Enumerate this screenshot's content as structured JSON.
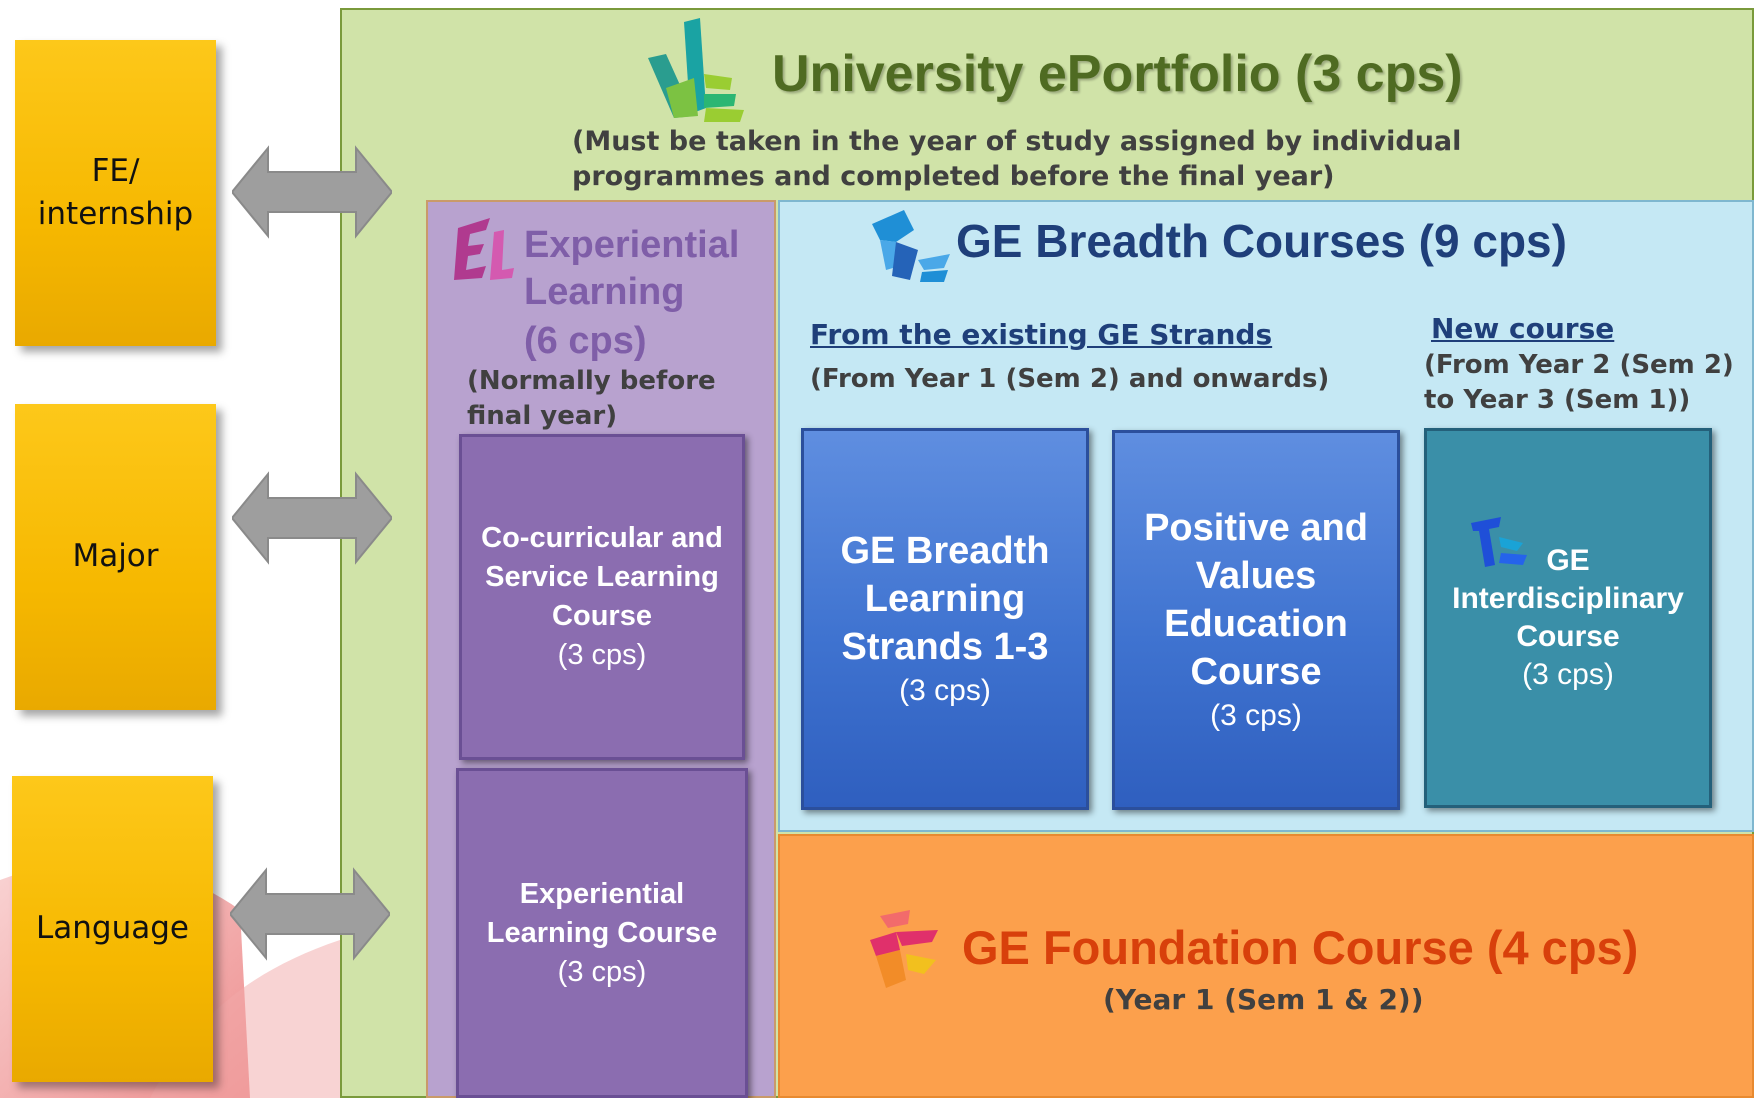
{
  "sidebar": {
    "boxes": [
      {
        "label": "FE/\ninternship"
      },
      {
        "label": "Major"
      },
      {
        "label": "Language"
      }
    ]
  },
  "eportfolio": {
    "title": "University ePortfolio (3 cps)",
    "note": "(Must be taken in the year of study assigned by individual programmes and completed before the final year)",
    "icon": "ue-logo-icon",
    "color": "#d0e3a8"
  },
  "experiential": {
    "title": "Experiential Learning",
    "cps": "(6 cps)",
    "note": "(Normally before final year)",
    "icon": "el-logo-icon",
    "courses": [
      {
        "title": "Co-curricular and Service Learning Course",
        "cps": "(3 cps)"
      },
      {
        "title": "Experiential Learning Course",
        "cps": "(3 cps)"
      }
    ],
    "color": "#8b6db0"
  },
  "breadth": {
    "title": "GE Breadth Courses (9 cps)",
    "icon": "bc-logo-icon",
    "existing_heading": "From the existing GE Strands",
    "existing_note": "(From Year 1 (Sem 2) and onwards)",
    "new_heading": "New course",
    "new_note": "(From Year 2 (Sem 2) to Year 3 (Sem 1))",
    "courses": [
      {
        "title": "GE Breadth Learning Strands 1-3",
        "cps": "(3 cps)"
      },
      {
        "title": "Positive and Values Education Course",
        "cps": "(3 cps)"
      },
      {
        "title": "GE Interdisciplinary Course",
        "cps": "(3 cps)"
      }
    ],
    "color": "#c5e8f4"
  },
  "foundation": {
    "title": "GE Foundation Course (4 cps)",
    "note": "(Year 1 (Sem 1 & 2))",
    "icon": "fc-logo-icon",
    "color": "#fca04c"
  }
}
